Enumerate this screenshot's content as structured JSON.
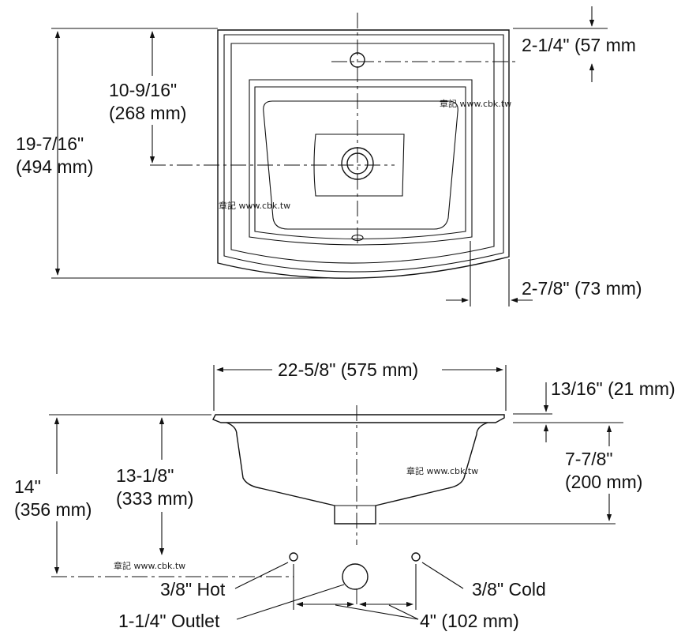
{
  "top_view": {
    "overall_depth": {
      "imperial": "19-7/16\"",
      "metric": "(494 mm)"
    },
    "drain_from_back": {
      "imperial": "10-9/16\"",
      "metric": "(268 mm)"
    },
    "faucet_hole_from_back": "2-1/4\" (57 mm",
    "front_projection": "2-7/8\" (73 mm)"
  },
  "side_view": {
    "overall_width": "22-5/8\" (575 mm)",
    "rim_thickness": "13/16\" (21 mm)",
    "basin_depth": {
      "imperial": "7-7/8\"",
      "metric": "(200 mm)"
    },
    "overall_height": {
      "imperial": "14\"",
      "metric": "(356 mm)"
    },
    "supply_height": {
      "imperial": "13-1/8\"",
      "metric": "(333 mm)"
    },
    "hot_supply": "3/8\" Hot",
    "cold_supply": "3/8\" Cold",
    "outlet": "1-1/4\" Outlet",
    "supply_spacing": "4\" (102 mm)"
  },
  "watermark": "章記 www.cbk.tw"
}
